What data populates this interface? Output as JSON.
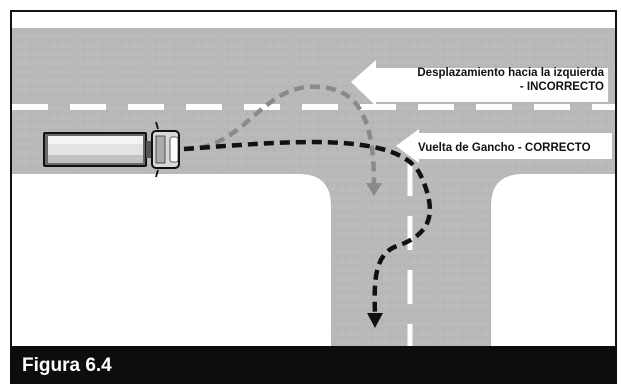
{
  "diagram": {
    "labels": {
      "incorrect_line1": "Desplazamiento hacia la izquierda",
      "incorrect_line2": "- INCORRECTO",
      "correct": "Vuelta de Gancho - CORRECTO"
    },
    "paths": [
      {
        "name": "incorrect-path",
        "line_style": "dashed",
        "color": "#8a8a8a",
        "description_label": "incorrect"
      },
      {
        "name": "correct-path",
        "line_style": "dashed",
        "color": "#111111",
        "description_label": "correct"
      }
    ],
    "colors": {
      "road": "#b9b9b9",
      "lane_marking": "#ffffff",
      "incorrect_path": "#8a8a8a",
      "correct_path": "#111111",
      "label_arrow_fill": "#ffffff"
    },
    "icons": [
      "truck-icon"
    ]
  },
  "caption": {
    "text": "Figura 6.4"
  }
}
